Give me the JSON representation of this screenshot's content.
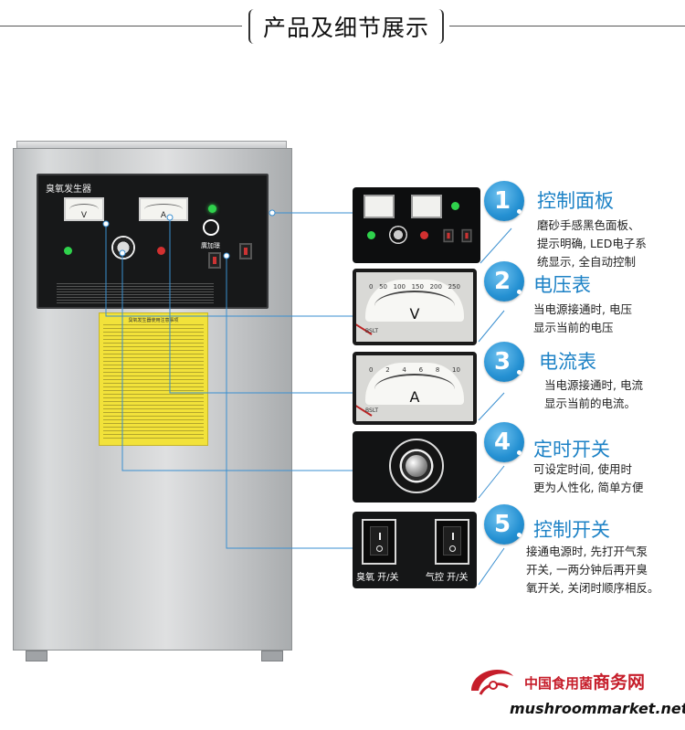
{
  "header": {
    "title": "产品及细节展示"
  },
  "machine": {
    "panel_title": "臭氧发生器",
    "voltmeter_unit": "V",
    "ammeter_unit": "A",
    "logo_text": "廣加璟",
    "sticker_title": "臭氧发生器使用注意事项"
  },
  "features": [
    {
      "number": "1",
      "title": "控制面板",
      "desc": [
        "磨砂手感黑色面板、",
        "提示明确, LED电子系",
        "统显示, 全自动控制"
      ]
    },
    {
      "number": "2",
      "title": "电压表",
      "desc": [
        "当电源接通时, 电压",
        "显示当前的电压"
      ]
    },
    {
      "number": "3",
      "title": "电流表",
      "desc": [
        "当电源接通时, 电流",
        "显示当前的电流。"
      ]
    },
    {
      "number": "4",
      "title": "定时开关",
      "desc": [
        "可设定时间, 使用时",
        "更为人性化, 简单方便"
      ]
    },
    {
      "number": "5",
      "title": "控制开关",
      "desc": [
        "接通电源时, 先打开气泵",
        "开关, 一两分钟后再开臭",
        "氧开关, 关闭时顺序相反。"
      ]
    }
  ],
  "detail_images": {
    "voltmeter": {
      "unit": "V",
      "ticks": [
        "0",
        "50",
        "100",
        "150",
        "200",
        "250"
      ],
      "brand": "BSLT"
    },
    "ammeter": {
      "unit": "A",
      "ticks": [
        "0",
        "2",
        "4",
        "6",
        "8",
        "10"
      ],
      "brand": "BSLT"
    },
    "switches": {
      "ozone_label": "臭氧 开/关",
      "gas_label": "气控 开/关"
    }
  },
  "watermark": {
    "cn_text": "中国食用菌",
    "cn_big": "商务网",
    "en_text": "mushroommarket.net"
  },
  "colors": {
    "accent": "#2490d2",
    "title_blue": "#1d82c6",
    "brand_red": "#c61d2a",
    "sticker": "#f2e23a"
  }
}
